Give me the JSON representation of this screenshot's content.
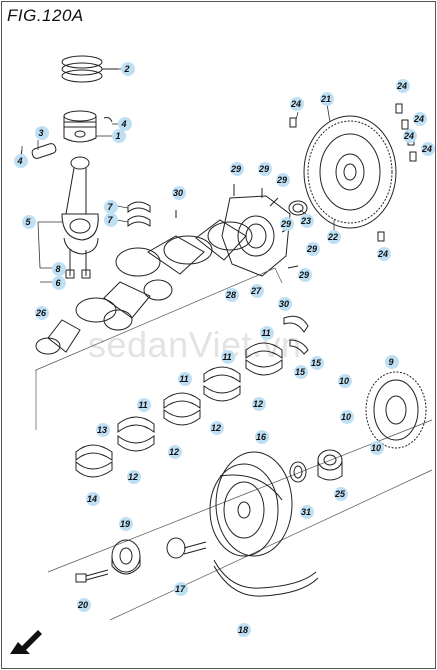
{
  "figure": {
    "title": "FIG.120A",
    "watermark": "sedanViet.vn",
    "fwd_label": "FWD"
  },
  "callouts": [
    {
      "id": "c2",
      "label": "2"
    },
    {
      "id": "c1",
      "label": "1"
    },
    {
      "id": "c3",
      "label": "3"
    },
    {
      "id": "c4a",
      "label": "4"
    },
    {
      "id": "c4b",
      "label": "4"
    },
    {
      "id": "c5",
      "label": "5"
    },
    {
      "id": "c7a",
      "label": "7"
    },
    {
      "id": "c7b",
      "label": "7"
    },
    {
      "id": "c8",
      "label": "8"
    },
    {
      "id": "c6",
      "label": "6"
    },
    {
      "id": "c26",
      "label": "26"
    },
    {
      "id": "c30a",
      "label": "30"
    },
    {
      "id": "c29a",
      "label": "29"
    },
    {
      "id": "c29b",
      "label": "29"
    },
    {
      "id": "c29c",
      "label": "29"
    },
    {
      "id": "c29d",
      "label": "29"
    },
    {
      "id": "c29e",
      "label": "29"
    },
    {
      "id": "c29f",
      "label": "29"
    },
    {
      "id": "c23",
      "label": "23"
    },
    {
      "id": "c22",
      "label": "22"
    },
    {
      "id": "c28",
      "label": "28"
    },
    {
      "id": "c27",
      "label": "27"
    },
    {
      "id": "c30b",
      "label": "30"
    },
    {
      "id": "c21",
      "label": "21"
    },
    {
      "id": "c24a",
      "label": "24"
    },
    {
      "id": "c24b",
      "label": "24"
    },
    {
      "id": "c24c",
      "label": "24"
    },
    {
      "id": "c24d",
      "label": "24"
    },
    {
      "id": "c24e",
      "label": "24"
    },
    {
      "id": "c24f",
      "label": "24"
    },
    {
      "id": "c11a",
      "label": "11"
    },
    {
      "id": "c11b",
      "label": "11"
    },
    {
      "id": "c11c",
      "label": "11"
    },
    {
      "id": "c11d",
      "label": "11"
    },
    {
      "id": "c13",
      "label": "13"
    },
    {
      "id": "c12a",
      "label": "12"
    },
    {
      "id": "c12b",
      "label": "12"
    },
    {
      "id": "c12c",
      "label": "12"
    },
    {
      "id": "c12d",
      "label": "12"
    },
    {
      "id": "c14",
      "label": "14"
    },
    {
      "id": "c15a",
      "label": "15"
    },
    {
      "id": "c15b",
      "label": "15"
    },
    {
      "id": "c9",
      "label": "9"
    },
    {
      "id": "c10a",
      "label": "10"
    },
    {
      "id": "c10b",
      "label": "10"
    },
    {
      "id": "c10c",
      "label": "10"
    },
    {
      "id": "c16",
      "label": "16"
    },
    {
      "id": "c25",
      "label": "25"
    },
    {
      "id": "c31",
      "label": "31"
    },
    {
      "id": "c19",
      "label": "19"
    },
    {
      "id": "c17",
      "label": "17"
    },
    {
      "id": "c18",
      "label": "18"
    },
    {
      "id": "c20",
      "label": "20"
    }
  ]
}
